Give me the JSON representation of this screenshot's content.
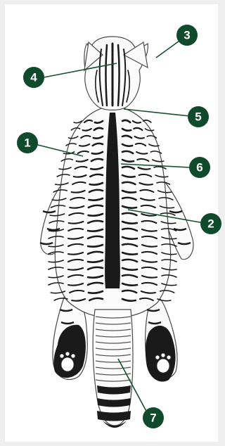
{
  "colors": {
    "badge": "#0f4a2c",
    "leader": "#164f30",
    "ink": "#1a1a1a",
    "fur": "#fbfbfb"
  },
  "callouts": [
    {
      "id": "c1",
      "label": "1"
    },
    {
      "id": "c2",
      "label": "2"
    },
    {
      "id": "c3",
      "label": "3"
    },
    {
      "id": "c4",
      "label": "4"
    },
    {
      "id": "c5",
      "label": "5"
    },
    {
      "id": "c6",
      "label": "6"
    },
    {
      "id": "c7",
      "label": "7"
    }
  ]
}
